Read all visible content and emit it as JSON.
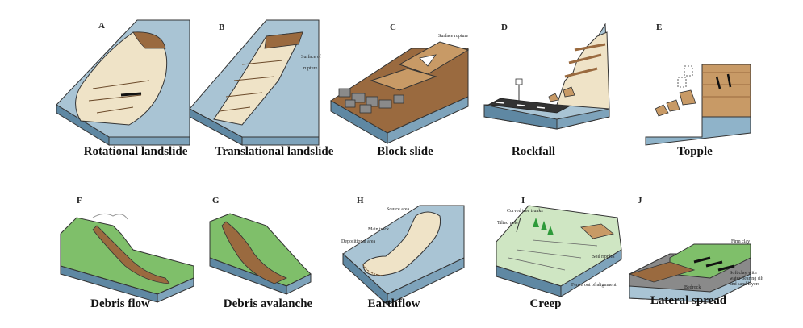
{
  "panels": [
    {
      "letter": "A",
      "caption": "Rotational landslide"
    },
    {
      "letter": "B",
      "caption": "Translational landslide",
      "annotations": [
        "Surface of",
        "rupture"
      ]
    },
    {
      "letter": "C",
      "caption": "Block slide",
      "annotations": [
        "Surface rupture"
      ]
    },
    {
      "letter": "D",
      "caption": "Rockfall"
    },
    {
      "letter": "E",
      "caption": "Topple"
    },
    {
      "letter": "F",
      "caption": "Debris flow"
    },
    {
      "letter": "G",
      "caption": "Debris avalanche"
    },
    {
      "letter": "H",
      "caption": "Earthflow",
      "annotations": [
        "Source area",
        "Main track",
        "Depositional area"
      ]
    },
    {
      "letter": "I",
      "caption": "Creep",
      "annotations": [
        "Curved tree trunks",
        "Tilted pole",
        "Soil ripples",
        "Fence out of alignment"
      ]
    },
    {
      "letter": "J",
      "caption": "Lateral spread",
      "annotations": [
        "Firm clay",
        "Soft clay with",
        "water-bearing silt",
        "and sand layers",
        "Bedrock"
      ]
    }
  ],
  "colors": {
    "water": "#8fb3c9",
    "water_dark": "#5f88a3",
    "slope": "#a9c4d4",
    "soil": "#9a6a3f",
    "soil_light": "#c89a66",
    "debris": "#efe3c7",
    "grass": "#7fbf6a",
    "grass_light": "#cfe6c3",
    "rock": "#8a8a8a"
  }
}
